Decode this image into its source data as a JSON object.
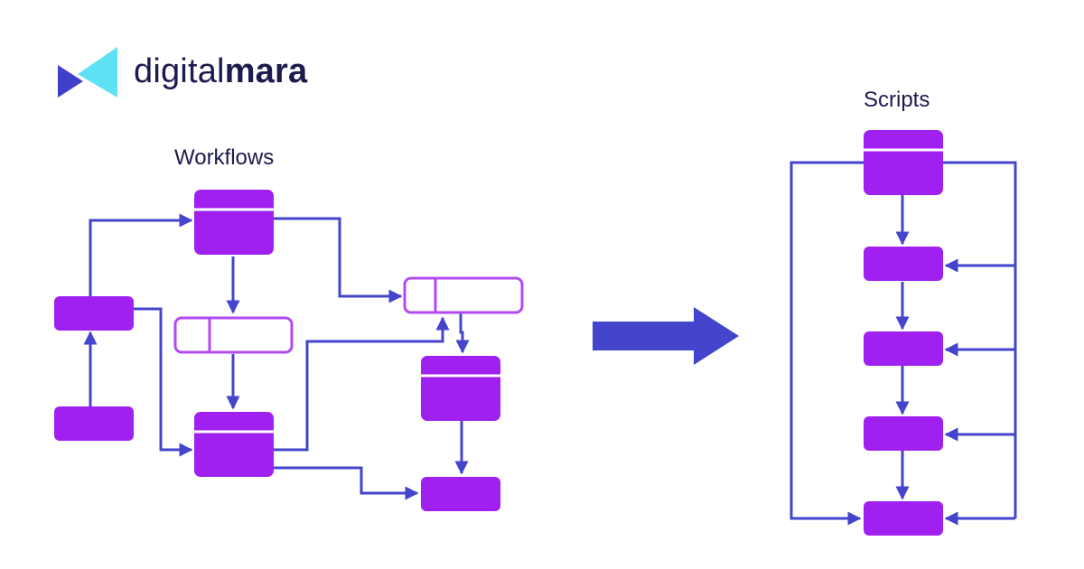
{
  "logo": {
    "text_light": "digital",
    "text_bold": "mara",
    "colors": {
      "dark": "#4040cc",
      "light": "#5ee1f5",
      "text": "#1d1a4e"
    }
  },
  "workflows": {
    "title": "Workflows"
  },
  "scripts": {
    "title": "Scripts"
  },
  "colors": {
    "node": "#a020f0",
    "outline": "#b24af2",
    "connector": "#4444cc",
    "arrow": "#4444cc"
  }
}
